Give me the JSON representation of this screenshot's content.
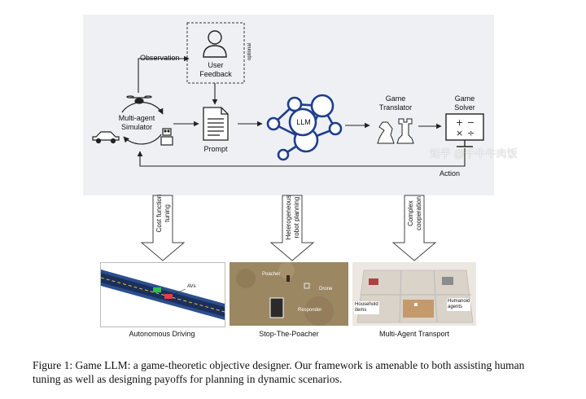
{
  "diagram": {
    "nodes": {
      "simulator": "Multi-agent\nSimulator",
      "user_feedback": "User\nFeedback",
      "optional": "optional",
      "prompt": "Prompt",
      "llm": "LLM",
      "game_translator": "Game\nTranslator",
      "game_solver": "Game\nSolver"
    },
    "edges": {
      "observation": "Observation",
      "action": "Action"
    },
    "downward_arrows": [
      {
        "label": "Cost function\ntuning"
      },
      {
        "label": "Heterogeneous\nrobot planning"
      },
      {
        "label": "Complex\ncooperation"
      }
    ]
  },
  "scenes": {
    "driving": {
      "caption": "Autonomous Driving",
      "tag": "AVs"
    },
    "poacher": {
      "caption": "Stop-The-Poacher",
      "tags": [
        "Poacher",
        "Drone",
        "Responder"
      ]
    },
    "transport": {
      "caption": "Multi-Agent Transport",
      "tags": [
        "Household\nitems",
        "Humanoid\nagents"
      ]
    }
  },
  "colors": {
    "panel": "#eef0f4",
    "llm_node": "#1f3f8c",
    "llm_fill": "#ffffff"
  },
  "caption": "Figure 1: Game LLM: a game-theoretic objective designer. Our framework is amenable to both assisting human tuning as well as designing payoffs for planning in dynamic scenarios.",
  "watermark": "知乎 @千牛牛肉饭"
}
